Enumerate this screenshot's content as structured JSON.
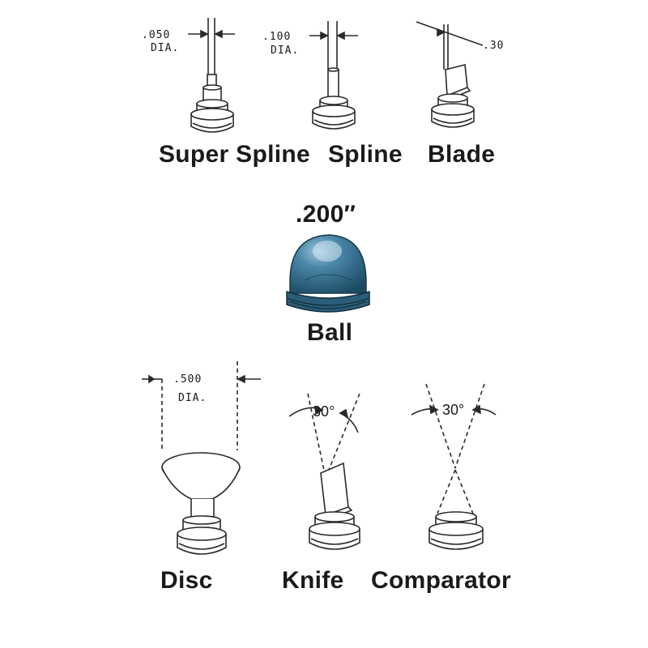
{
  "tips": {
    "super_spline": {
      "label": "Super Spline",
      "diameter_value": ".050",
      "diameter_unit": "DIA."
    },
    "spline": {
      "label": "Spline",
      "diameter_value": ".100",
      "diameter_unit": "DIA."
    },
    "blade": {
      "label": "Blade",
      "width_value": ".30"
    },
    "ball": {
      "label": "Ball",
      "size_value": ".200″",
      "color": "#2e6a8a"
    },
    "disc": {
      "label": "Disc",
      "diameter_value": ".500",
      "diameter_unit": "DIA."
    },
    "knife": {
      "label": "Knife",
      "angle_value": "30°"
    },
    "comparator": {
      "label": "Comparator",
      "angle_value": "30°"
    }
  }
}
